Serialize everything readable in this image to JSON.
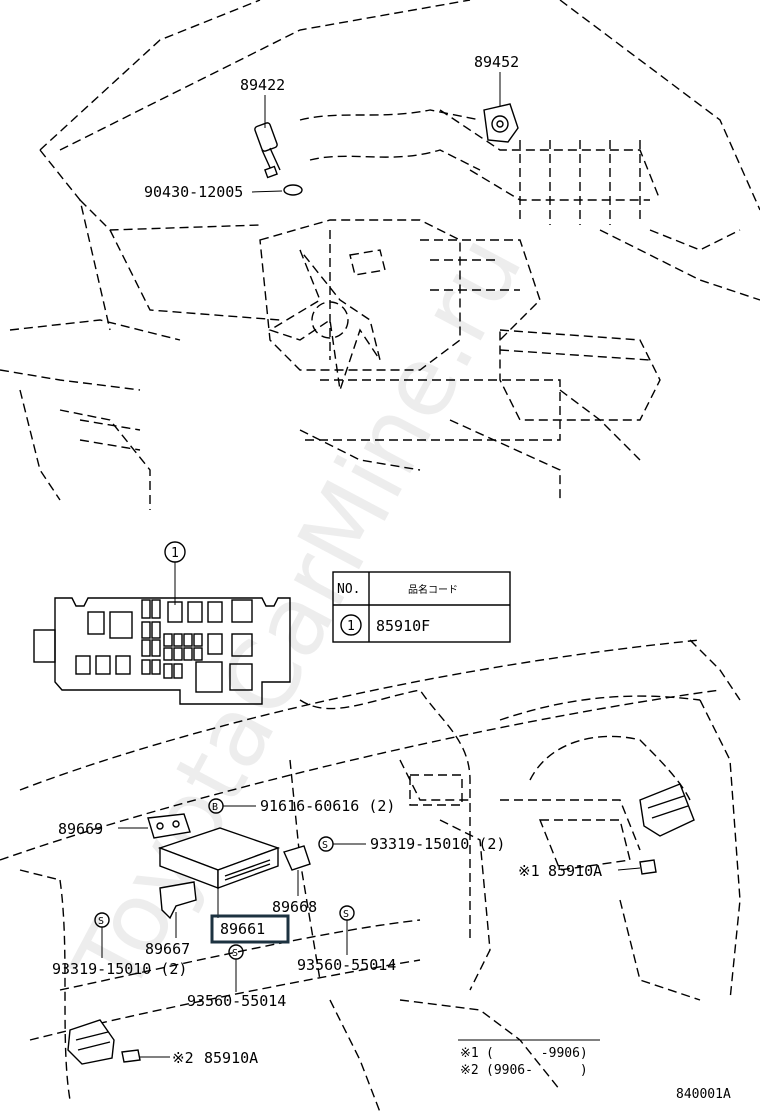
{
  "watermark": "ToyotaCarMine.ru",
  "diagram_code": "840001A",
  "engine_parts": {
    "sensor_a": "89422",
    "sensor_b": "89452",
    "gasket": "90430-12005"
  },
  "fuse_box": {
    "callout": "1"
  },
  "table": {
    "header_no": "NO.",
    "header_code": "品名コード",
    "row_no": "1",
    "row_code": "85910F"
  },
  "dash_parts": {
    "bolt_top": "91616-60616 (2)",
    "bracket_left": "89669",
    "screw_right": "93319-15010 (2)",
    "relay_mark": "※1",
    "relay_right": "85910A",
    "bracket_right": "89668",
    "ecu": "89661",
    "bracket_lower": "89667",
    "screw_left": "93319-15010 (2)",
    "nut_right": "93560-55014",
    "nut_lower": "93560-55014",
    "relay_mark_lower": "※2",
    "relay_lower": "85910A",
    "symbol_b": "B",
    "symbol_s": "S"
  },
  "legend": {
    "row1_mark": "※1",
    "row1_range": "(      -9906)",
    "row2_mark": "※2",
    "row2_range": "(9906-      )"
  }
}
